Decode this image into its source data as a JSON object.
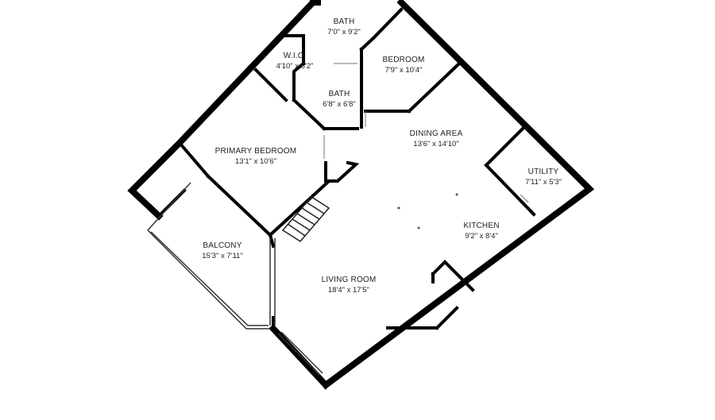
{
  "rooms": {
    "bath_upper": {
      "name": "BATH",
      "dims": "7'0\" x 9'2\""
    },
    "wic": {
      "name": "W.I.C.",
      "dims": "4'10\" x 6'2\""
    },
    "bath_lower": {
      "name": "BATH",
      "dims": "6'8\" x 6'8\""
    },
    "bedroom": {
      "name": "BEDROOM",
      "dims": "7'9\" x 10'4\""
    },
    "primary_bedroom": {
      "name": "PRIMARY BEDROOM",
      "dims": "13'1\" x 10'6\""
    },
    "dining_area": {
      "name": "DINING AREA",
      "dims": "13'6\" x 14'10\""
    },
    "utility": {
      "name": "UTILITY",
      "dims": "7'11\" x 5'3\""
    },
    "kitchen": {
      "name": "KITCHEN",
      "dims": "9'2\" x 8'4\""
    },
    "balcony": {
      "name": "BALCONY",
      "dims": "15'3\" x 7'11\""
    },
    "living_room": {
      "name": "LIVING ROOM",
      "dims": "18'4\" x 17'5\""
    }
  },
  "colors": {
    "wall": "#000000",
    "thin_wall": "#333333",
    "background": "#ffffff",
    "text": "#222222"
  }
}
